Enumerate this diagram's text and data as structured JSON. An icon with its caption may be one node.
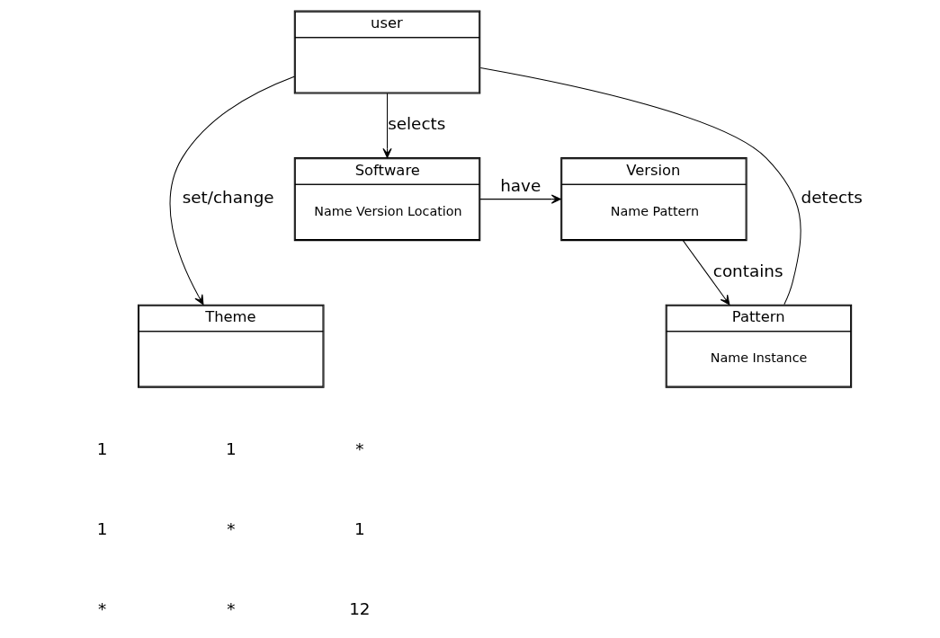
{
  "diagram": {
    "nodes": [
      {
        "text": [
          "user"
        ]
      },
      {
        "text": [
          "Software",
          "Name Version Location"
        ]
      },
      {
        "text": [
          "Version",
          "Name Pattern"
        ]
      },
      {
        "text": [
          "Theme"
        ]
      },
      {
        "text": [
          "Pattern",
          "Name Instance"
        ]
      }
    ],
    "edges": [
      {
        "from": 0,
        "to": 3,
        "arrow": "to",
        "label": "set/change"
      },
      {
        "from": 0,
        "to": 1,
        "arrow": "to",
        "label": "selects"
      },
      {
        "from": 1,
        "to": 2,
        "arrow": "to",
        "label": "have"
      },
      {
        "from": 2,
        "to": 4,
        "arrow": "to",
        "label": "contains"
      },
      {
        "from": 0,
        "to": 4,
        "arrow": "none",
        "label": "detects"
      }
    ],
    "labels": [
      "1",
      "1",
      "*",
      "1",
      "*",
      "1",
      "*",
      "*",
      "12"
    ]
  }
}
